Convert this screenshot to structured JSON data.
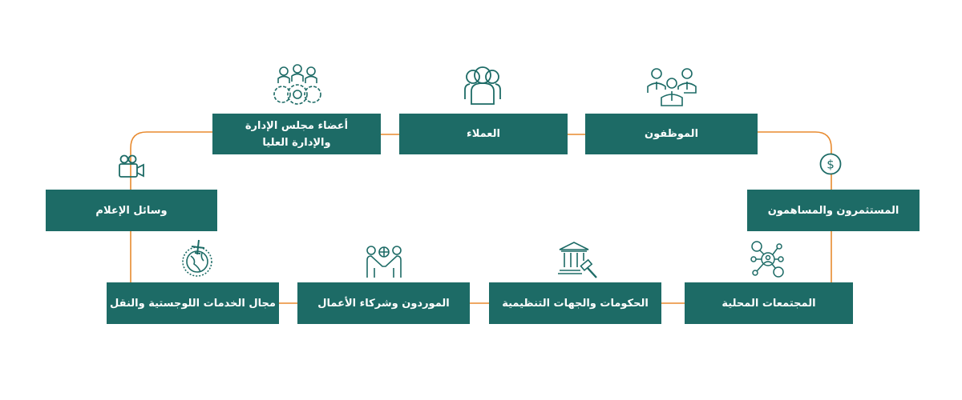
{
  "colors": {
    "box": "#1d6b66",
    "connector": "#e88a2e",
    "icon": "#1d6b66"
  },
  "stakeholders": [
    {
      "label": "أعضاء مجلس الإدارة والإدارة العليا",
      "icon": "board-gears-icon"
    },
    {
      "label": "العملاء",
      "icon": "customers-icon"
    },
    {
      "label": "الموظفون",
      "icon": "employees-icon"
    },
    {
      "label": "وسائل الإعلام",
      "icon": "video-camera-icon"
    },
    {
      "label": "المستثمرون والمساهمون",
      "icon": "dollar-coin-icon"
    },
    {
      "label": "مجال الخدمات اللوجستية والنقل",
      "icon": "globe-plane-icon"
    },
    {
      "label": "الموردون وشركاء الأعمال",
      "icon": "handshake-icon"
    },
    {
      "label": "الحكومات والجهات التنظيمية",
      "icon": "courthouse-gavel-icon"
    },
    {
      "label": "المجتمعات المحلية",
      "icon": "community-network-icon"
    }
  ]
}
